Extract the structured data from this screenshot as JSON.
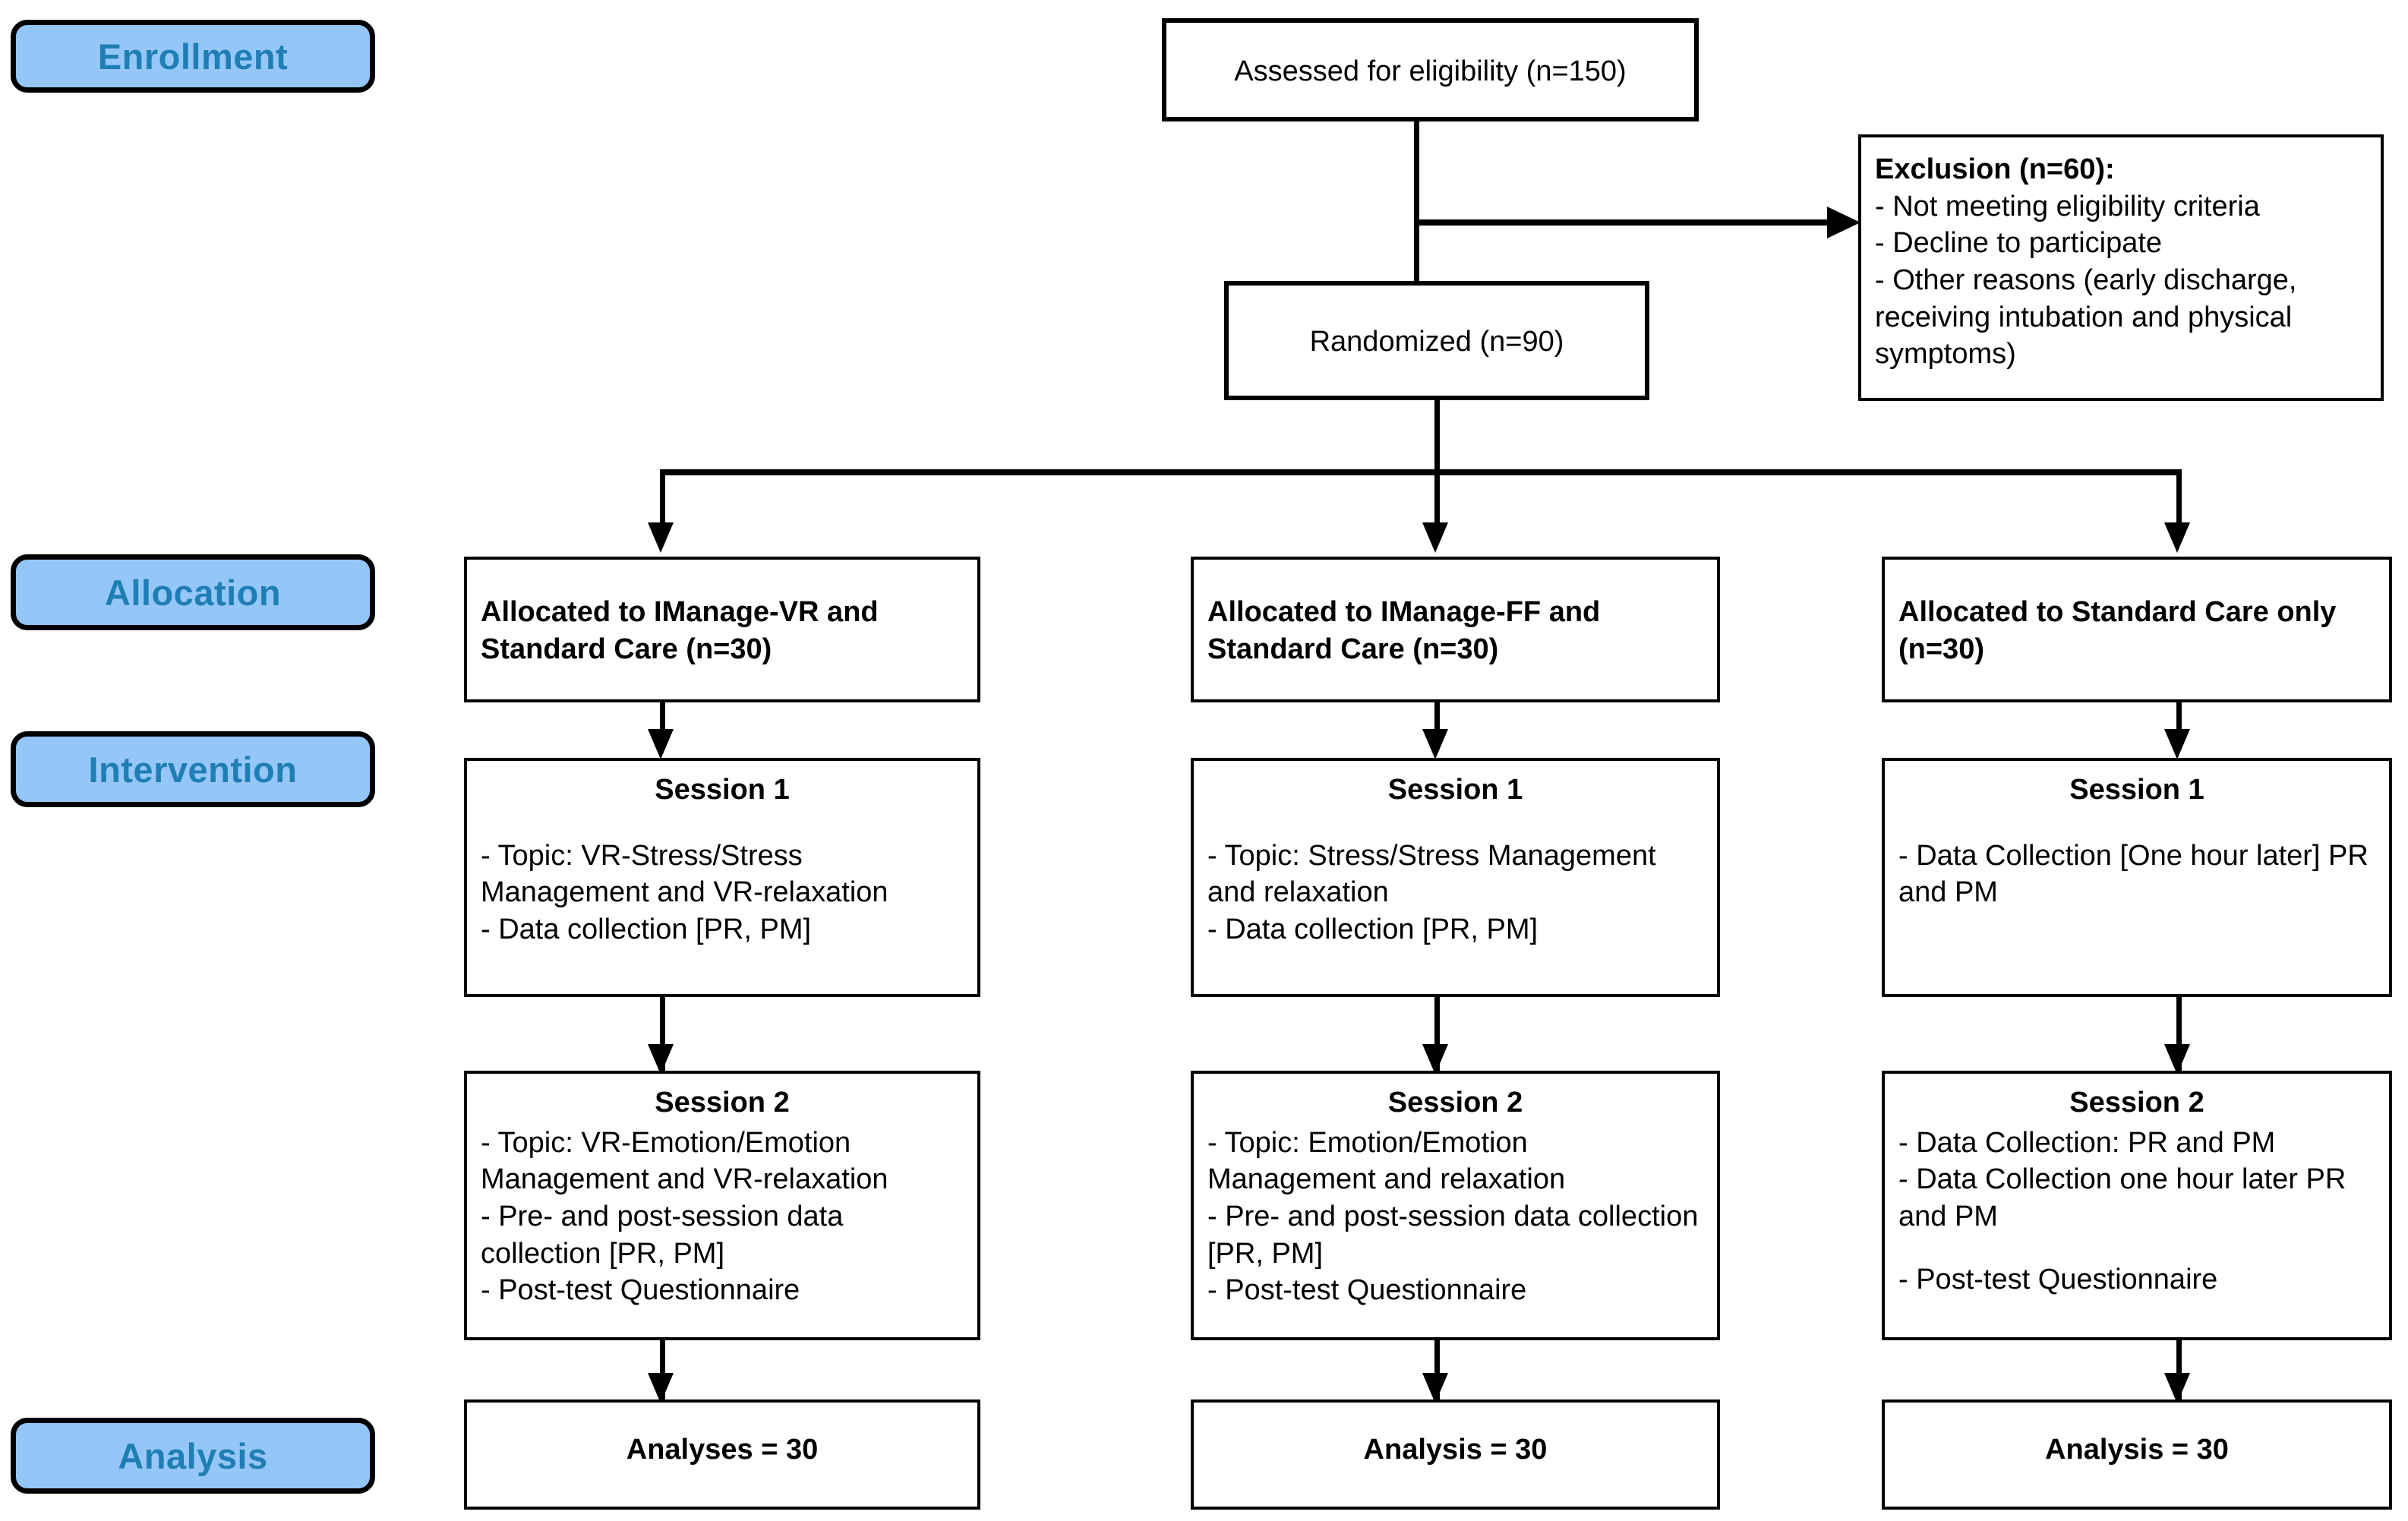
{
  "diagram": {
    "title": "CONSORT participant flow diagram",
    "accent_blue_fill": "#95C6F8",
    "accent_blue_text": "#1F7FB5",
    "line_color": "#000000",
    "box_fill": "#FFFFFF"
  },
  "stages": [
    {
      "id": "enrollment",
      "label": "Enrollment"
    },
    {
      "id": "allocation",
      "label": "Allocation"
    },
    {
      "id": "intervention",
      "label": "Intervention"
    },
    {
      "id": "analysis",
      "label": "Analysis"
    }
  ],
  "enrollment": {
    "assessed": "Assessed for eligibility (n=150)",
    "randomized": "Randomized (n=90)",
    "exclusion": {
      "heading": "Exclusion (n=60):",
      "reasons": [
        "- Not meeting eligibility criteria",
        "- Decline to participate",
        "- Other reasons (early discharge, receiving intubation and physical symptoms)"
      ]
    }
  },
  "arms": [
    {
      "id": "imanage-vr",
      "allocation": "Allocated to IManage-VR and Standard Care (n=30)",
      "session1": {
        "title": "Session 1",
        "lines": [
          "-  Topic: VR-Stress/Stress Management and VR-relaxation",
          "- Data collection [PR, PM]"
        ]
      },
      "session2": {
        "title": "Session 2",
        "lines": [
          " - Topic: VR-Emotion/Emotion Management and VR-relaxation",
          "- Pre- and post-session data collection [PR, PM]",
          "- Post-test Questionnaire"
        ]
      },
      "analysis": "Analyses = 30"
    },
    {
      "id": "imanage-ff",
      "allocation": "Allocated to IManage-FF and Standard Care (n=30)",
      "session1": {
        "title": "Session 1",
        "lines": [
          "-  Topic: Stress/Stress Management and relaxation",
          "- Data collection [PR, PM]"
        ]
      },
      "session2": {
        "title": "Session 2",
        "lines": [
          " - Topic: Emotion/Emotion Management and relaxation",
          "- Pre- and post-session data collection [PR, PM]",
          "- Post-test Questionnaire"
        ]
      },
      "analysis": "Analysis = 30"
    },
    {
      "id": "standard-care",
      "allocation": "Allocated to Standard Care only (n=30)",
      "session1": {
        "title": "Session 1",
        "lines": [
          "-  Data Collection [One hour later] PR and PM"
        ]
      },
      "session2": {
        "title": "Session 2",
        "lines": [
          " - Data Collection: PR and PM",
          "-  Data Collection one hour later PR and PM",
          "",
          "- Post-test Questionnaire"
        ]
      },
      "analysis": "Analysis = 30"
    }
  ]
}
